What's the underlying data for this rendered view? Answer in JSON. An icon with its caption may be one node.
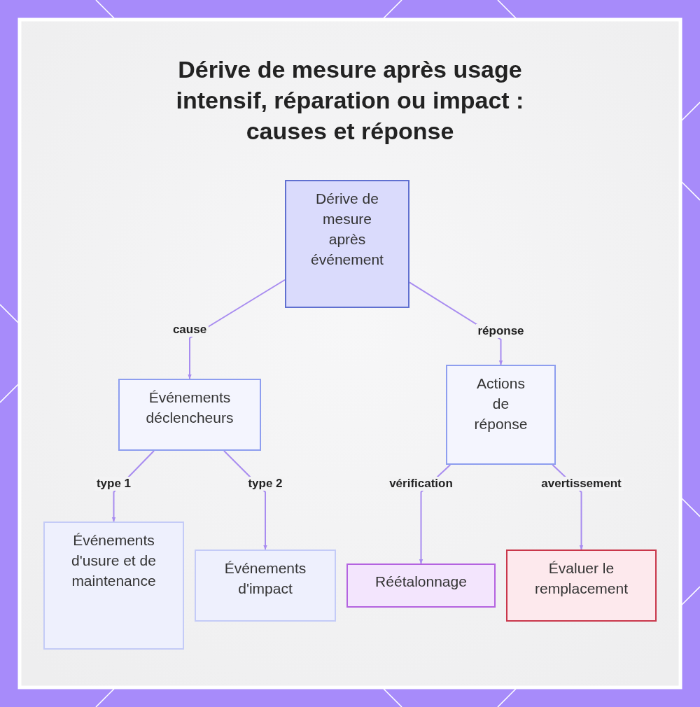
{
  "diagram": {
    "title": "Dérive de mesure après usage intensif, réparation ou impact : causes et réponse",
    "nodes": [
      {
        "text": [
          "Dérive de mesure après événement"
        ]
      },
      {
        "text": [
          "Événements déclencheurs"
        ]
      },
      {
        "text": [
          "Actions de réponse"
        ]
      },
      {
        "text": [
          "Événements d'usure et de maintenance"
        ]
      },
      {
        "text": [
          "Événements d'impact"
        ]
      },
      {
        "text": [
          "Réétalonnage"
        ]
      },
      {
        "text": [
          "Évaluer le remplacement"
        ]
      }
    ],
    "edges": [
      {
        "from": 0,
        "to": 1,
        "arrow": "to",
        "label": "cause"
      },
      {
        "from": 0,
        "to": 2,
        "arrow": "to",
        "label": "réponse"
      },
      {
        "from": 1,
        "to": 3,
        "arrow": "to",
        "label": "type 1"
      },
      {
        "from": 1,
        "to": 4,
        "arrow": "to",
        "label": "type 2"
      },
      {
        "from": 2,
        "to": 5,
        "arrow": "to",
        "label": "vérification"
      },
      {
        "from": 2,
        "to": 6,
        "arrow": "to",
        "label": "avertissement"
      }
    ]
  }
}
